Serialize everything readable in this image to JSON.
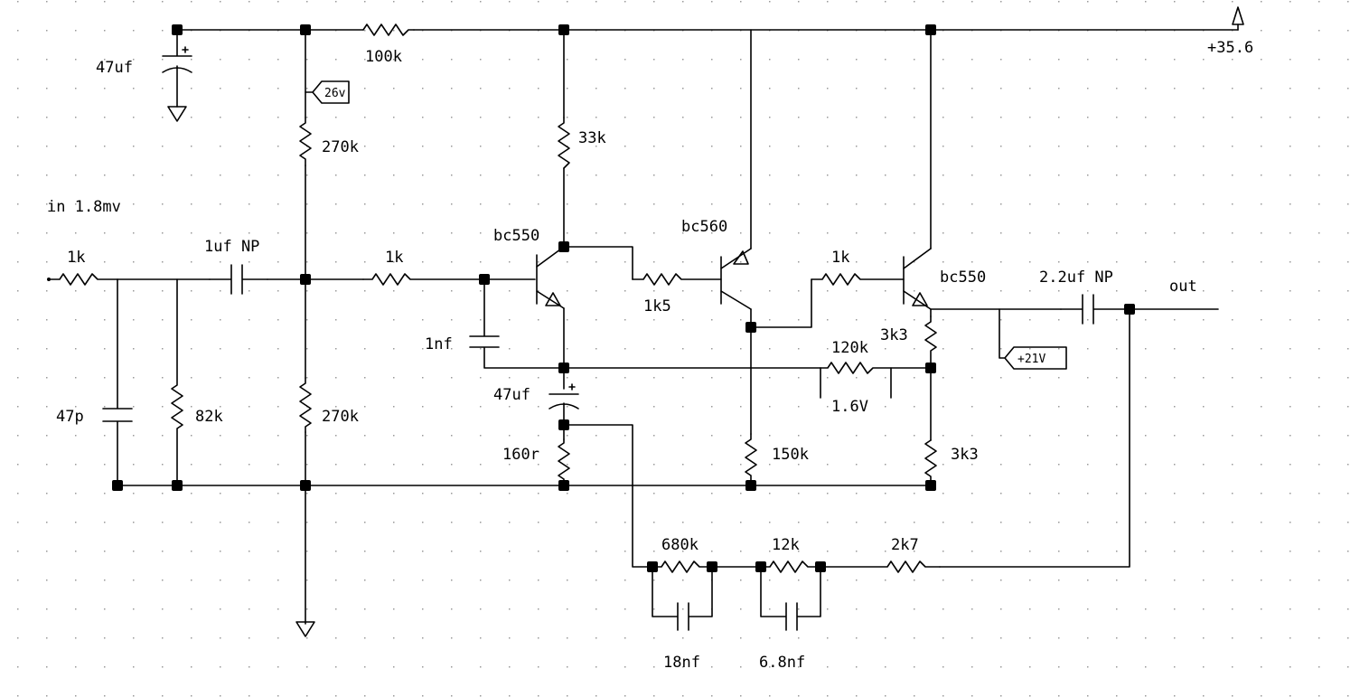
{
  "labels": {
    "c_supply": "47uf",
    "r_supply": "100k",
    "vtag_26": "26v",
    "r_bias_top": "270k",
    "input_note": "in 1.8mv",
    "r_in": "1k",
    "c_in": "1uf NP",
    "c_filter": "47p",
    "r_in_shunt": "82k",
    "r_bias_bot": "270k",
    "r_base1": "1k",
    "c_base1": "1nf",
    "q1": "bc550",
    "r_c1": "33k",
    "c_emitter": "47uf",
    "r_emitter": "160r",
    "r_base2": "1k5",
    "q2": "bc560",
    "r_e2": "150k",
    "r_base3": "1k",
    "q3": "bc550",
    "r_fb": "120k",
    "v_fb": "1.6V",
    "r_e3a": "3k3",
    "r_e3b": "3k3",
    "vtag_21": "+21V",
    "c_out": "2.2uf NP",
    "out": "out",
    "supply": "+35.6",
    "r_eq1": "680k",
    "c_eq1": "18nf",
    "r_eq2": "12k",
    "c_eq2": "6.8nf",
    "r_eq3": "2k7"
  }
}
